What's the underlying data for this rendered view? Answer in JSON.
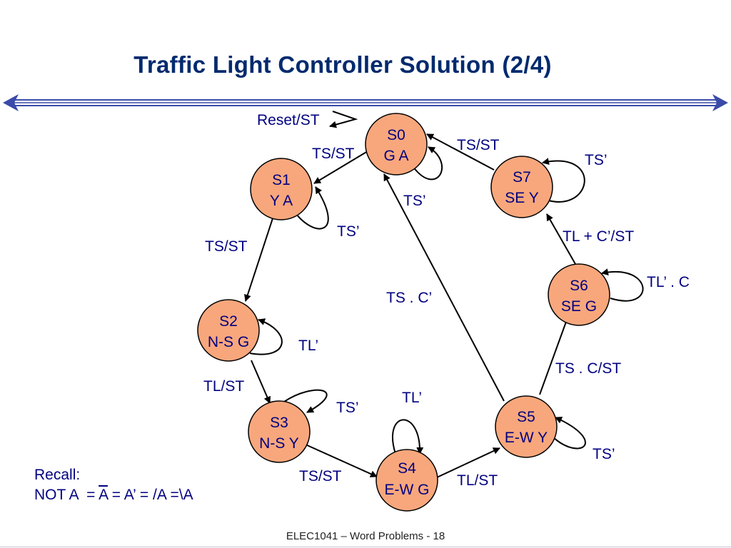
{
  "title": "Traffic Light Controller Solution (2/4)",
  "states": [
    {
      "id": "S0",
      "output": "G A"
    },
    {
      "id": "S1",
      "output": "Y A"
    },
    {
      "id": "S2",
      "output": "N-S G"
    },
    {
      "id": "S3",
      "output": "N-S Y"
    },
    {
      "id": "S4",
      "output": "E-W G"
    },
    {
      "id": "S5",
      "output": "E-W Y"
    },
    {
      "id": "S6",
      "output": "SE G"
    },
    {
      "id": "S7",
      "output": "SE Y"
    }
  ],
  "transitions": {
    "reset": "Reset/ST",
    "s0_s1": "TS/ST",
    "s0_self": "TS’",
    "s1_self": "TS’",
    "s1_s2": "TS/ST",
    "s2_self": "TL’",
    "s2_s3": "TL/ST",
    "s3_self": "TS’",
    "s3_s4": "TS/ST",
    "s4_self": "TL’",
    "s4_s5": "TL/ST",
    "s5_self": "TS’",
    "s5_s0": "TS . C’",
    "s5_s6": "TS . C/ST",
    "s6_self": "TL’ . C",
    "s6_s7": "TL + C’/ST",
    "s7_self": "TS’",
    "s7_s0": "TS/ST"
  },
  "recall": {
    "heading": "Recall:",
    "prefix": "NOT A  = ",
    "a_bar": "A",
    "rest": " = A’ = /A =\\A"
  },
  "footer": "ELEC1041 – Word Problems - 18",
  "colors": {
    "title": "#002a6e",
    "state_fill": "#f8a77c",
    "label": "#000080",
    "divider": "#4455aa"
  }
}
